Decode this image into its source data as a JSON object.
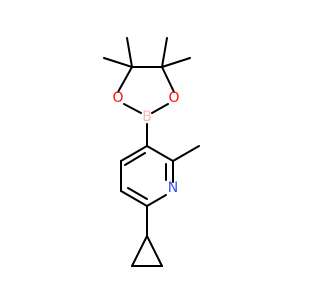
{
  "molecule": {
    "atoms": [
      {
        "id": "O1",
        "symbol": "O",
        "color": "#ff0d0d"
      },
      {
        "id": "O2",
        "symbol": "O",
        "color": "#ff0d0d"
      },
      {
        "id": "B",
        "symbol": "B",
        "color": "#ffb5b5"
      },
      {
        "id": "N",
        "symbol": "N",
        "color": "#3050f8"
      }
    ],
    "bond_color": "#000000"
  }
}
